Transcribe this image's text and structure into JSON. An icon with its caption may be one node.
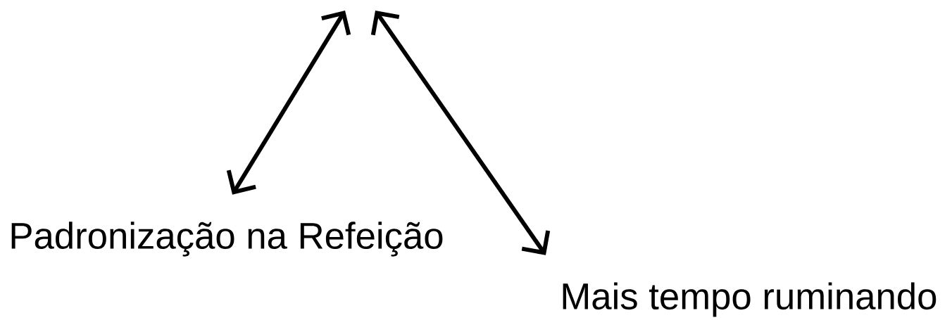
{
  "diagram": {
    "nodes": [
      {
        "text": [
          "Padronização na Refeição"
        ]
      },
      {
        "text": [
          "Mais tempo ruminando"
        ]
      }
    ],
    "edges": [
      {
        "from": null,
        "to": 0,
        "arrow": "both"
      },
      {
        "from": null,
        "to": 1,
        "arrow": "both"
      }
    ]
  }
}
